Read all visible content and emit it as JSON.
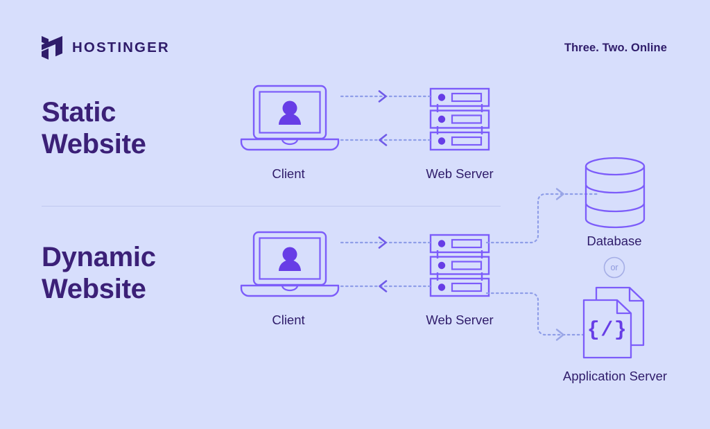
{
  "theme": {
    "background": "#d7defc",
    "ink": "#2f1c6a",
    "heading": "#3b2077",
    "accent": "#673de6",
    "line": "#7c5cfa",
    "dotted": "#8f9ee8",
    "divider": "#bfc9ef",
    "muted": "#a5aee6"
  },
  "header": {
    "logo_icon": "hostinger-h-logo",
    "logo_text": "HOSTINGER",
    "tagline": "Three. Two. Online"
  },
  "sections": [
    {
      "id": "static",
      "title_line1": "Static",
      "title_line2": "Website",
      "nodes": [
        {
          "id": "client",
          "icon": "laptop-client-icon",
          "caption": "Client"
        },
        {
          "id": "web-server",
          "icon": "server-rack-icon",
          "caption": "Web Server"
        }
      ],
      "connectors": [
        {
          "id": "client-to-server",
          "direction": "right",
          "style": "dotted"
        },
        {
          "id": "server-to-client",
          "direction": "left",
          "style": "dotted"
        }
      ]
    },
    {
      "id": "dynamic",
      "title_line1": "Dynamic",
      "title_line2": "Website",
      "nodes": [
        {
          "id": "client",
          "icon": "laptop-client-icon",
          "caption": "Client"
        },
        {
          "id": "web-server",
          "icon": "server-rack-icon",
          "caption": "Web Server"
        },
        {
          "id": "database",
          "icon": "database-cylinder-icon",
          "caption": "Database"
        },
        {
          "id": "application-server",
          "icon": "code-document-icon",
          "caption": "Application Server"
        }
      ],
      "or_badge": "or",
      "connectors": [
        {
          "id": "client-to-server",
          "direction": "right",
          "style": "dotted"
        },
        {
          "id": "server-to-client",
          "direction": "left",
          "style": "dotted"
        },
        {
          "id": "server-to-database",
          "direction": "right",
          "style": "dotted-elbow-up"
        },
        {
          "id": "server-to-app-server",
          "direction": "right",
          "style": "dotted-elbow-down"
        }
      ]
    }
  ]
}
